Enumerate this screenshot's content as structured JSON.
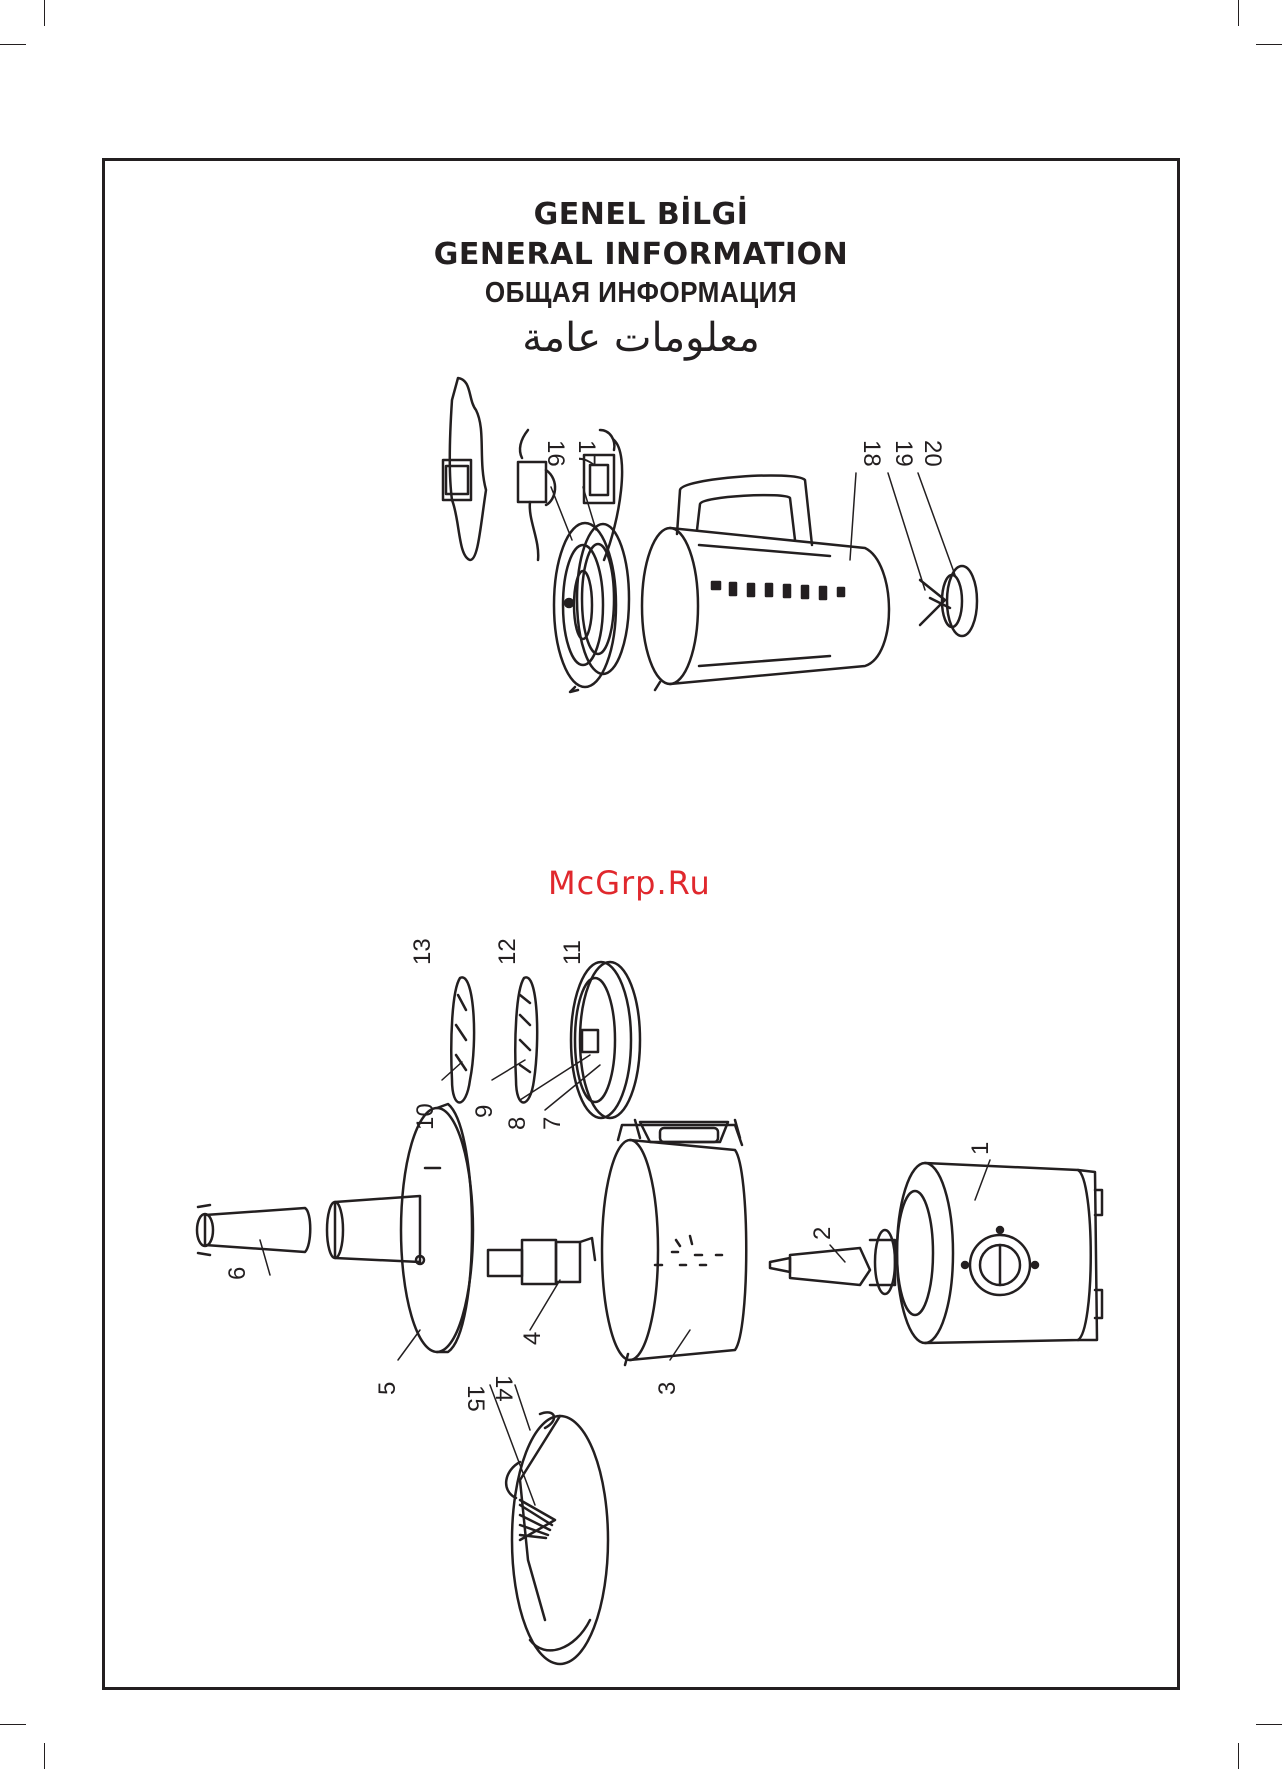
{
  "titles": {
    "turkish": "GENEL BİLGİ",
    "english": "GENERAL INFORMATION",
    "russian": "ОБЩАЯ ИНФОРМАЦИЯ",
    "arabic": "معلومات عامة"
  },
  "watermark": "McGrp.Ru",
  "part_labels": [
    "1",
    "2",
    "3",
    "4",
    "5",
    "6",
    "7",
    "8",
    "9",
    "10",
    "11",
    "12",
    "13",
    "14",
    "15",
    "16",
    "17",
    "18",
    "19",
    "20"
  ],
  "colors": {
    "ink": "#231f20",
    "watermark": "#e0282d",
    "paper": "#ffffff"
  }
}
